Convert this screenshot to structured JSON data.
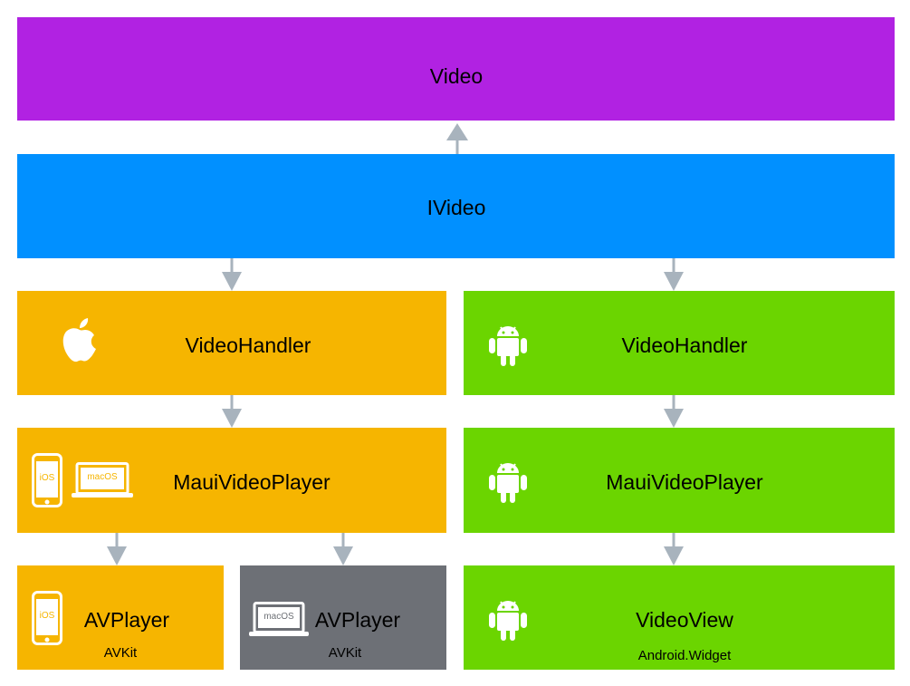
{
  "colors": {
    "video": "#b122e2",
    "ivideo": "#0190ff",
    "apple": "#f6b500",
    "android": "#6bd500",
    "macos": "#6d7076",
    "arrow": "#a8b3bd",
    "icon": "#ffffff"
  },
  "video": {
    "title": "Video"
  },
  "ivideo": {
    "title": "IVideo"
  },
  "apple_handler": {
    "title": "VideoHandler",
    "icon": "apple-logo"
  },
  "android_handler": {
    "title": "VideoHandler",
    "icon": "android-robot"
  },
  "apple_player": {
    "title": "MauiVideoPlayer",
    "ios_badge": "iOS",
    "macos_badge": "macOS"
  },
  "android_player": {
    "title": "MauiVideoPlayer",
    "icon": "android-robot"
  },
  "ios_native": {
    "title": "AVPlayer",
    "framework": "AVKit",
    "badge": "iOS"
  },
  "macos_native": {
    "title": "AVPlayer",
    "framework": "AVKit",
    "badge": "macOS"
  },
  "android_native": {
    "title": "VideoView",
    "framework": "Android.Widget",
    "icon": "android-robot"
  }
}
